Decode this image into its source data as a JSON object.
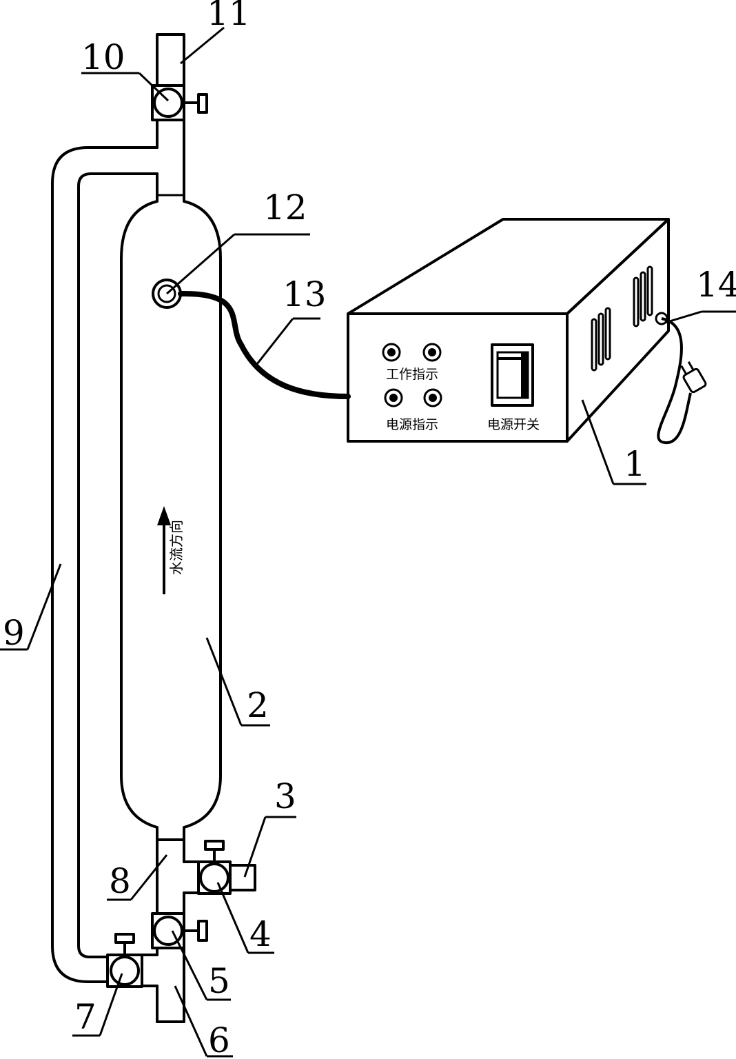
{
  "labels": {
    "n1": "1",
    "n2": "2",
    "n3": "3",
    "n4": "4",
    "n5": "5",
    "n6": "6",
    "n7": "7",
    "n8": "8",
    "n9": "9",
    "n10": "10",
    "n11": "11",
    "n12": "12",
    "n13": "13",
    "n14": "14"
  },
  "panel": {
    "work_indicator": "工作指示",
    "power_indicator": "电源指示",
    "power_switch": "电源开关"
  },
  "flow_direction": "水流方向"
}
